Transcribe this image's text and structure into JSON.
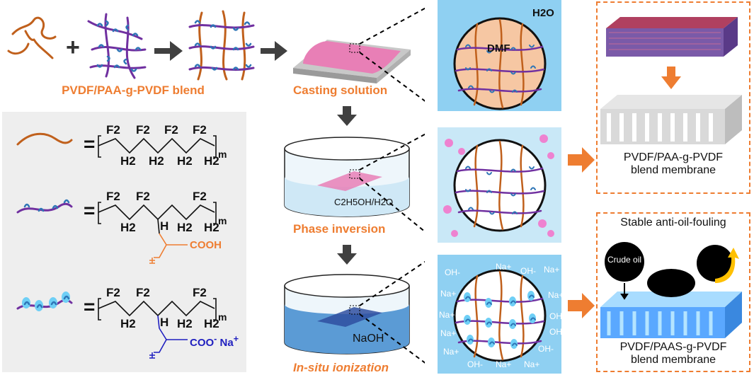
{
  "top": {
    "plus": "+",
    "blend_label": "PVDF/PAA-g-PVDF blend"
  },
  "legend": {
    "eq": "=",
    "pvdf_f": [
      "F2",
      "F2",
      "F2",
      "F2"
    ],
    "pvdf_h": [
      "H2",
      "H2",
      "H2",
      "H2"
    ],
    "pvdf_m": "m",
    "paa_f": [
      "F2",
      "F2",
      "F2"
    ],
    "paa_h": [
      "H2",
      "H",
      "H2",
      "H2"
    ],
    "paa_m": "m",
    "paa_group": "COOH",
    "paas_f": [
      "F2",
      "F2",
      "F2"
    ],
    "paas_h": [
      "H2",
      "H",
      "H2",
      "H2"
    ],
    "paas_m": "m",
    "paas_group": "COO",
    "paas_minus": "-",
    "paas_ion": "Na",
    "paas_plus": "+"
  },
  "process": {
    "casting": "Casting solution",
    "phase": "Phase inversion",
    "insitu": "In-situ ionization",
    "bath1": "C2H5OH/H2O",
    "bath2": "NaOH"
  },
  "zoom": {
    "h2o": "H2O",
    "dmf": "DMF",
    "ions": [
      "OH-",
      "Na+",
      "OH-",
      "Na+",
      "Na+",
      "Na+",
      "Na+",
      "OH-",
      "Na+",
      "OH-",
      "Na+",
      "OH-",
      "OH-",
      "Na+",
      "Na+"
    ]
  },
  "result": {
    "membrane1": [
      "PVDF/PAA-g-PVDF",
      "blend membrane"
    ],
    "stable": "Stable anti-oil-fouling",
    "crude": "Crude oil",
    "membrane2": [
      "PVDF/PAAS-g-PVDF",
      "blend membrane"
    ]
  },
  "colors": {
    "orange": "#ee7d31",
    "purple": "#7030a0",
    "blue_chain": "#2e75b6",
    "panel_blue": "#8fd0f2",
    "pink": "#e060a0",
    "arrow_gray": "#404040"
  }
}
